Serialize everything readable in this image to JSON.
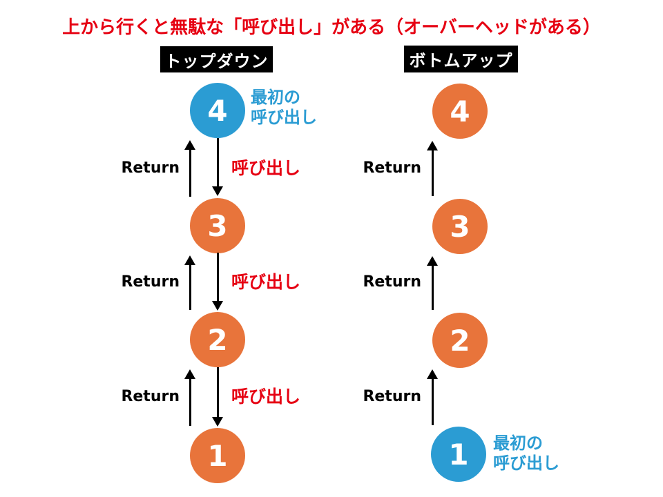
{
  "title": "上から行くと無駄な「呼び出し」がある（オーバーヘッドがある）",
  "columns": {
    "left": {
      "header": "トップダウン",
      "nodes": [
        "4",
        "3",
        "2",
        "1"
      ]
    },
    "right": {
      "header": "ボトムアップ",
      "nodes": [
        "4",
        "3",
        "2",
        "1"
      ]
    }
  },
  "labels": {
    "return": "Return",
    "call": "呼び出し",
    "first_call_line1": "最初の",
    "first_call_line2": "呼び出し"
  },
  "colors": {
    "title_red": "#E60012",
    "call_red": "#E60012",
    "node_blue": "#2B9CD3",
    "node_orange": "#E8743B",
    "header_bg": "#000000",
    "header_text": "#FFFFFF",
    "arrow_black": "#000000",
    "first_call_blue": "#2B9CD3"
  }
}
